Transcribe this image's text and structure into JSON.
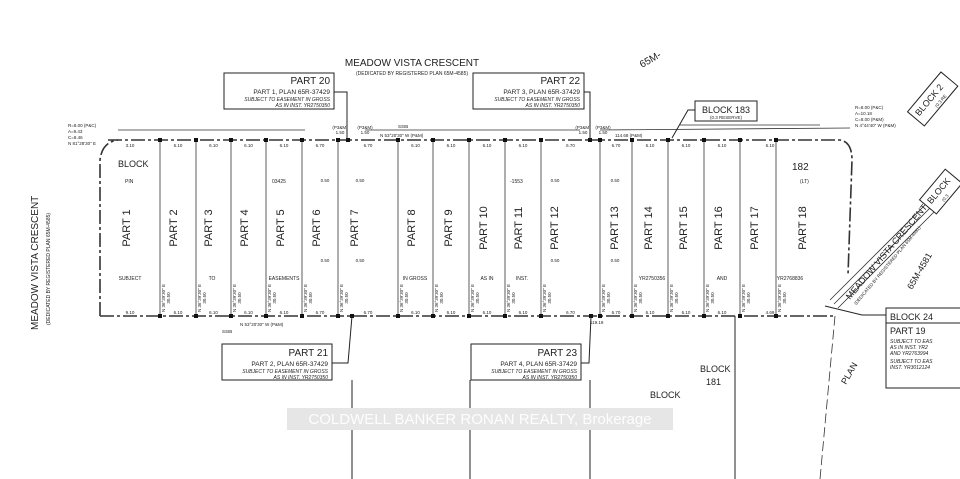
{
  "street_top": {
    "name": "MEADOW VISTA CRESCENT",
    "note": "(DEDICATED BY REGISTERED PLAN 65M-4585)"
  },
  "street_left": {
    "name": "MEADOW VISTA CRESCENT",
    "note": "(DEDICATED BY REGISTERED PLAN 65M-4585)"
  },
  "street_right": {
    "name": "MEADOW VISTA CRESCENT",
    "note": "(DEDICATED BY REGISTERED PLAN 65M-4581)",
    "plan": "65M-4581"
  },
  "plan_top_right": "65M-",
  "callouts": [
    {
      "title": "PART 20",
      "line1": "PART 1, PLAN 65R-37429",
      "line2": "SUBJECT TO EASEMENT IN GROSS",
      "line3": "AS IN INST. YR2750350"
    },
    {
      "title": "PART 22",
      "line1": "PART 3, PLAN 65R-37429",
      "line2": "SUBJECT TO EASEMENT IN GROSS",
      "line3": "AS IN INST. YR2750350"
    },
    {
      "title": "PART 21",
      "line1": "PART 2, PLAN 65R-37429",
      "line2": "SUBJECT TO EASEMENT IN GROSS",
      "line3": "AS IN INST. YR2750350"
    },
    {
      "title": "PART 23",
      "line1": "PART 4, PLAN 65R-37429",
      "line2": "SUBJECT TO EASEMENT IN GROSS",
      "line3": "AS IN INST. YR2750350"
    }
  ],
  "block183": {
    "title": "BLOCK 183",
    "note": "(0.3 RESERVE)"
  },
  "block_right_top": {
    "title": "BLOCK 2",
    "note": "(0.3 RE"
  },
  "block_right_mid": {
    "title": "BLOCK",
    "note": "(0.3"
  },
  "block24": {
    "title": "BLOCK 24",
    "part": "PART 19",
    "l1": "SUBJECT TO EAS",
    "l2": "AS IN INST. YR2",
    "l3": "AND YR2763994",
    "l4": "SUBJECT TO EAS",
    "l5": "INST. YR3012124"
  },
  "labels": {
    "block_left": "BLOCK",
    "pin": "PIN",
    "pin_num1": "03425",
    "pin_num2": "-1553",
    "lot182": "182",
    "lt": "(LT)",
    "block181": "BLOCK",
    "block181_num": "181",
    "block180": "BLOCK",
    "plan": "PLAN"
  },
  "curve_top_left": {
    "r": "R=8.00 (P&C)",
    "a": "A=9.43",
    "c": "C=8.46",
    "bearing": "N 81°28'30\" E"
  },
  "curve_top_right": {
    "r": "R=8.00 (P&C)",
    "a": "A=10.18",
    "c": "C=8.00 (P&M)",
    "bearing": "N 4°44'40\" W (P&M)"
  },
  "bearing_top": "N 53°20'30\" W (P&M)",
  "bearing_bottom": "N 53°20'30\" W (P&M)",
  "dim_top_right": "114.68 (P&M)",
  "dim_bottom_right": "119.19",
  "ssib": "SSIB",
  "parts": [
    "PART 1",
    "PART 2",
    "PART 3",
    "PART 4",
    "PART 5",
    "PART 6",
    "PART 7",
    "PART 8",
    "PART 9",
    "PART 10",
    "PART 11",
    "PART 12",
    "PART 13",
    "PART 14",
    "PART 15",
    "PART 16",
    "PART 17",
    "PART 18"
  ],
  "easement_words": [
    "SUBJECT",
    "TO",
    "EASEMENTS",
    "IN GROSS",
    "AS IN",
    "INST.",
    "YR2750356",
    "AND",
    "YR2768836"
  ],
  "frontages_top": [
    "3.10",
    "6.10",
    "6.10",
    "6.10",
    "6.10",
    "6.70",
    "6.70",
    "6.10",
    "6.10",
    "6.10",
    "6.10",
    "6.70",
    "6.70",
    "6.10",
    "6.10",
    "6.10",
    "6.10"
  ],
  "frontages_bottom": [
    "9.10",
    "6.10",
    "6.10",
    "6.10",
    "6.10",
    "6.70",
    "6.70",
    "6.10",
    "6.10",
    "6.10",
    "6.10",
    "6.70",
    "6.70",
    "6.10",
    "6.10",
    "6.10",
    "4.69"
  ],
  "offsets": {
    "p1": "(P3&M)",
    "v": "1.50",
    "mid": "0.50",
    "ne": "N 36°39'30\" E",
    "depth": "30.50"
  },
  "watermark": "COLDWELL BANKER RONAN REALTY, Brokerage"
}
